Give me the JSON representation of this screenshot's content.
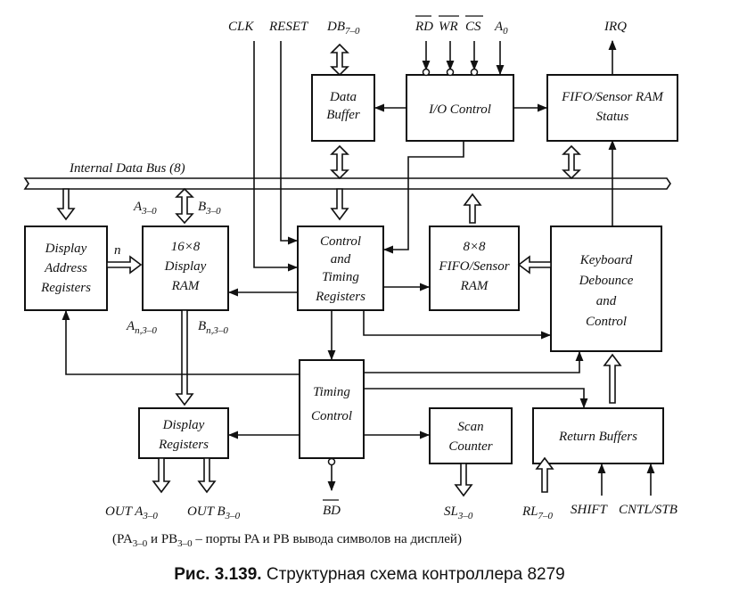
{
  "blocks": {
    "data_buffer": [
      "Data",
      "Buffer"
    ],
    "io_control": [
      "I/O Control"
    ],
    "fifo_status": [
      "FIFO/Sensor RAM",
      "Status"
    ],
    "display_address": [
      "Display",
      "Address",
      "Registers"
    ],
    "display_ram": [
      "16×8",
      "Display",
      "RAM"
    ],
    "control_timing": [
      "Control",
      "and",
      "Timing",
      "Registers"
    ],
    "fifo_ram": [
      "8×8",
      "FIFO/Sensor",
      "RAM"
    ],
    "keyboard": [
      "Keyboard",
      "Debounce",
      "and",
      "Control"
    ],
    "timing_control": [
      "Timing",
      "Control"
    ],
    "display_registers": [
      "Display",
      "Registers"
    ],
    "scan_counter": [
      "Scan",
      "Counter"
    ],
    "return_buffers": [
      "Return Buffers"
    ]
  },
  "signals": {
    "clk": "CLK",
    "reset": "RESET",
    "db": "DB",
    "db_sub": "7–0",
    "rd": "RD",
    "wr": "WR",
    "cs": "CS",
    "a0": "A",
    "a0_sub": "0",
    "irq": "IRQ",
    "internal_bus": "Internal Data Bus (8)",
    "a30": "A",
    "a30_sub": "3–0",
    "b30": "B",
    "b30_sub": "3–0",
    "n": "n",
    "an": "A",
    "an_sub": "n,3–0",
    "bn": "B",
    "bn_sub": "n,3–0",
    "out_a": "OUT A",
    "out_a_sub": "3–0",
    "out_b": "OUT B",
    "out_b_sub": "3–0",
    "bd": "BD",
    "sl": "SL",
    "sl_sub": "3–0",
    "rl": "RL",
    "rl_sub": "7–0",
    "shift": "SHIFT",
    "cntl": "CNTL/STB"
  },
  "note": {
    "p1": "(PA",
    "p1_sub": "3–0",
    "p2": " и   PB",
    "p2_sub": "3–0",
    "p3": " – порты PA и PB вывода символов на дисплей)"
  },
  "caption": {
    "number": "Рис. 3.139.",
    "text": " Структурная схема контроллера 8279"
  }
}
